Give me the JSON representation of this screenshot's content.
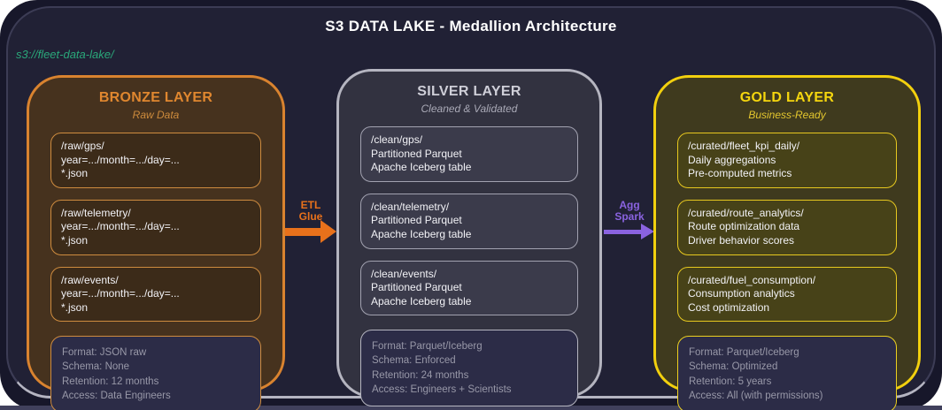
{
  "page": {
    "title": "S3 DATA LAKE - Medallion Architecture",
    "bucket_label": "s3://fleet-data-lake/"
  },
  "layers": [
    {
      "id": "bronze",
      "title": "BRONZE LAYER",
      "subtitle": "Raw Data",
      "items": [
        {
          "lines": [
            "/raw/gps/",
            "year=.../month=.../day=...",
            "*.json"
          ]
        },
        {
          "lines": [
            "/raw/telemetry/",
            "year=.../month=.../day=...",
            "*.json"
          ]
        },
        {
          "lines": [
            "/raw/events/",
            "year=.../month=.../day=...",
            "*.json"
          ]
        }
      ],
      "meta": [
        "Format: JSON raw",
        "Schema: None",
        "Retention: 12 months",
        "Access: Data Engineers"
      ]
    },
    {
      "id": "silver",
      "title": "SILVER LAYER",
      "subtitle": "Cleaned & Validated",
      "items": [
        {
          "lines": [
            "/clean/gps/",
            "Partitioned Parquet",
            "Apache Iceberg table"
          ]
        },
        {
          "lines": [
            "/clean/telemetry/",
            "Partitioned Parquet",
            "Apache Iceberg table"
          ]
        },
        {
          "lines": [
            "/clean/events/",
            "Partitioned Parquet",
            "Apache Iceberg table"
          ]
        }
      ],
      "meta": [
        "Format: Parquet/Iceberg",
        "Schema: Enforced",
        "Retention: 24 months",
        "Access: Engineers + Scientists"
      ]
    },
    {
      "id": "gold",
      "title": "GOLD LAYER",
      "subtitle": "Business-Ready",
      "items": [
        {
          "lines": [
            "/curated/fleet_kpi_daily/",
            "Daily aggregations",
            "Pre-computed metrics"
          ]
        },
        {
          "lines": [
            "/curated/route_analytics/",
            "Route optimization data",
            "Driver behavior scores"
          ]
        },
        {
          "lines": [
            "/curated/fuel_consumption/",
            "Consumption analytics",
            "Cost optimization"
          ]
        }
      ],
      "meta": [
        "Format: Parquet/Iceberg",
        "Schema: Optimized",
        "Retention: 5 years",
        "Access: All (with permissions)"
      ]
    }
  ],
  "arrows": [
    {
      "label_line1": "ETL",
      "label_line2": "Glue",
      "color": "#e8711b"
    },
    {
      "label_line1": "Agg",
      "label_line2": "Spark",
      "color": "#8a63e0"
    }
  ],
  "colors": {
    "page_background": "#ffffff",
    "outer_panel": "#17172a",
    "canvas_background": "#212135",
    "canvas_bottom_edge": "#b5b5c2",
    "title_text": "#ffffff",
    "bucket_text": "#2aa87a",
    "bronze_accent": "#e0872f",
    "bronze_background": "#46321e",
    "silver_accent": "#b5b5c0",
    "silver_background": "#323240",
    "gold_accent": "#f2d00e",
    "gold_background": "#3f3a1e",
    "metadata_box_background": "#2c2c47",
    "metadata_text": "#9898a8",
    "etl_arrow": "#e8711b",
    "agg_arrow": "#8a63e0"
  }
}
